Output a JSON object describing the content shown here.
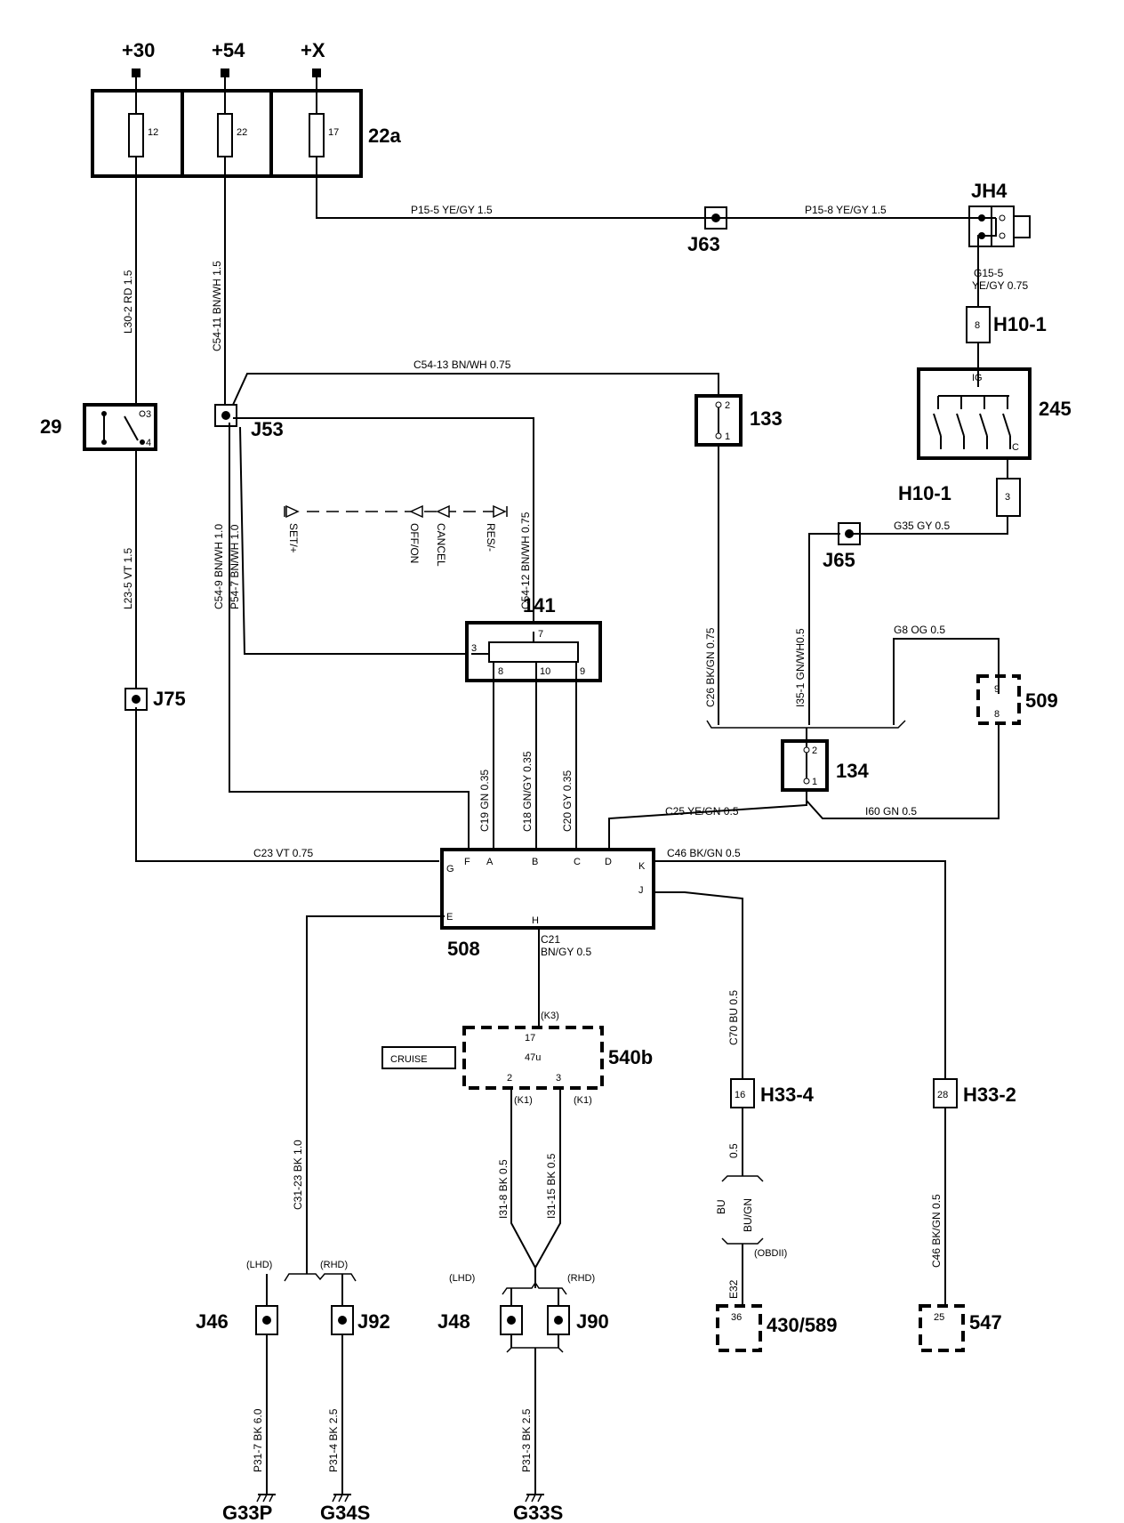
{
  "supply": {
    "t30": "+30",
    "t54": "+54",
    "tx": "+X"
  },
  "fusebox": {
    "id": "22a",
    "fuses": [
      "12",
      "22",
      "17"
    ]
  },
  "wires": {
    "p15_5": "P15-5   YE/GY 1.5",
    "p15_8": "P15-8   YE/GY  1.5",
    "l30_2": "L30-2    RD  1.5",
    "c54_11": "C54-11    BN/WH 1.5",
    "c54_13": "C54-13   BN/WH 0.75",
    "g15_5": "G15-5",
    "g15_5b": "YE/GY 0.75",
    "l23_5": "L23-5     VT  1.5",
    "c54_9": "C54-9    BN/WH 1.0",
    "p54_7": "P54-7    BN/WH 1.0",
    "c54_12": "C54-12   BN/WH 0.75",
    "g35": "G35  GY  0.5",
    "c26": "C26  BK/GN 0.75",
    "i35_1": "I35-1      GN/WH0.5",
    "g8": "G8  OG 0.5",
    "c19": "C19   GN 0.35",
    "c18": "C18   GN/GY 0.35",
    "c20": "C20   GY 0.35",
    "c25": "C25   YE/GN   0.5",
    "i60": "I60    GN 0.5",
    "c23": "C23   VT   0.75",
    "c46": "C46  BK/GN  0.5",
    "c21a": "C21",
    "c21b": "BN/GY  0.5",
    "c70": "C70  BU  0.5",
    "c31_23": "C31-23     BK  1.0",
    "i31_8": "I31-8     BK  0.5",
    "i31_15": "I31-15     BK  0.5",
    "c46b": "C46  BK/GN  0.5",
    "e32": "E32",
    "w05": "0.5",
    "bu": "BU",
    "bugn": "BU/GN",
    "p31_7": "P31-7     BK  6.0",
    "p31_4": "P31-4     BK  2.5",
    "p31_3": "P31-3     BK  2.5"
  },
  "connectors": {
    "j63": "J63",
    "jh4": "JH4",
    "h10_1a": "H10-1",
    "h10_1b": "H10-1",
    "j53": "J53",
    "j65": "J65",
    "j75": "J75",
    "h33_4": "H33-4",
    "h33_2": "H33-2",
    "j46": "J46",
    "j92": "J92",
    "j48": "J48",
    "j90": "J90"
  },
  "components": {
    "c29": "29",
    "c133": "133",
    "c245": "245",
    "c141": "141",
    "c509": "509",
    "c134": "134",
    "c508": "508",
    "c540b": "540b",
    "c430": "430/589",
    "c547": "547"
  },
  "switch_labels": {
    "set": "SET/+",
    "offon": "OFF/ON",
    "cancel": "CANCEL",
    "res": "RES/-"
  },
  "pins": {
    "p3": "3",
    "p4": "4",
    "p2": "2",
    "p1": "1",
    "ig": "IG",
    "c": "C",
    "h10_8": "8",
    "h10_3": "3",
    "p7": "7",
    "p8": "8",
    "p10": "10",
    "p9": "9",
    "p509_9": "9",
    "p509_8": "8",
    "a": "A",
    "b": "B",
    "cc": "C",
    "d": "D",
    "e": "E",
    "f": "F",
    "g": "G",
    "h": "H",
    "j": "J",
    "k": "K",
    "p17": "17",
    "p47u": "47u",
    "k3": "(K3)",
    "k1a": "(K1)",
    "k1b": "(K1)",
    "p2b": "2",
    "p3b": "3",
    "h16": "16",
    "h28": "28",
    "p36": "36",
    "p25": "25",
    "lhd1": "(LHD)",
    "rhd1": "(RHD)",
    "lhd2": "(LHD)",
    "rhd2": "(RHD)",
    "obd": "(OBDII)"
  },
  "cruise_label": "CRUISE",
  "grounds": {
    "g33p": "G33P",
    "g34s": "G34S",
    "g33s": "G33S"
  }
}
